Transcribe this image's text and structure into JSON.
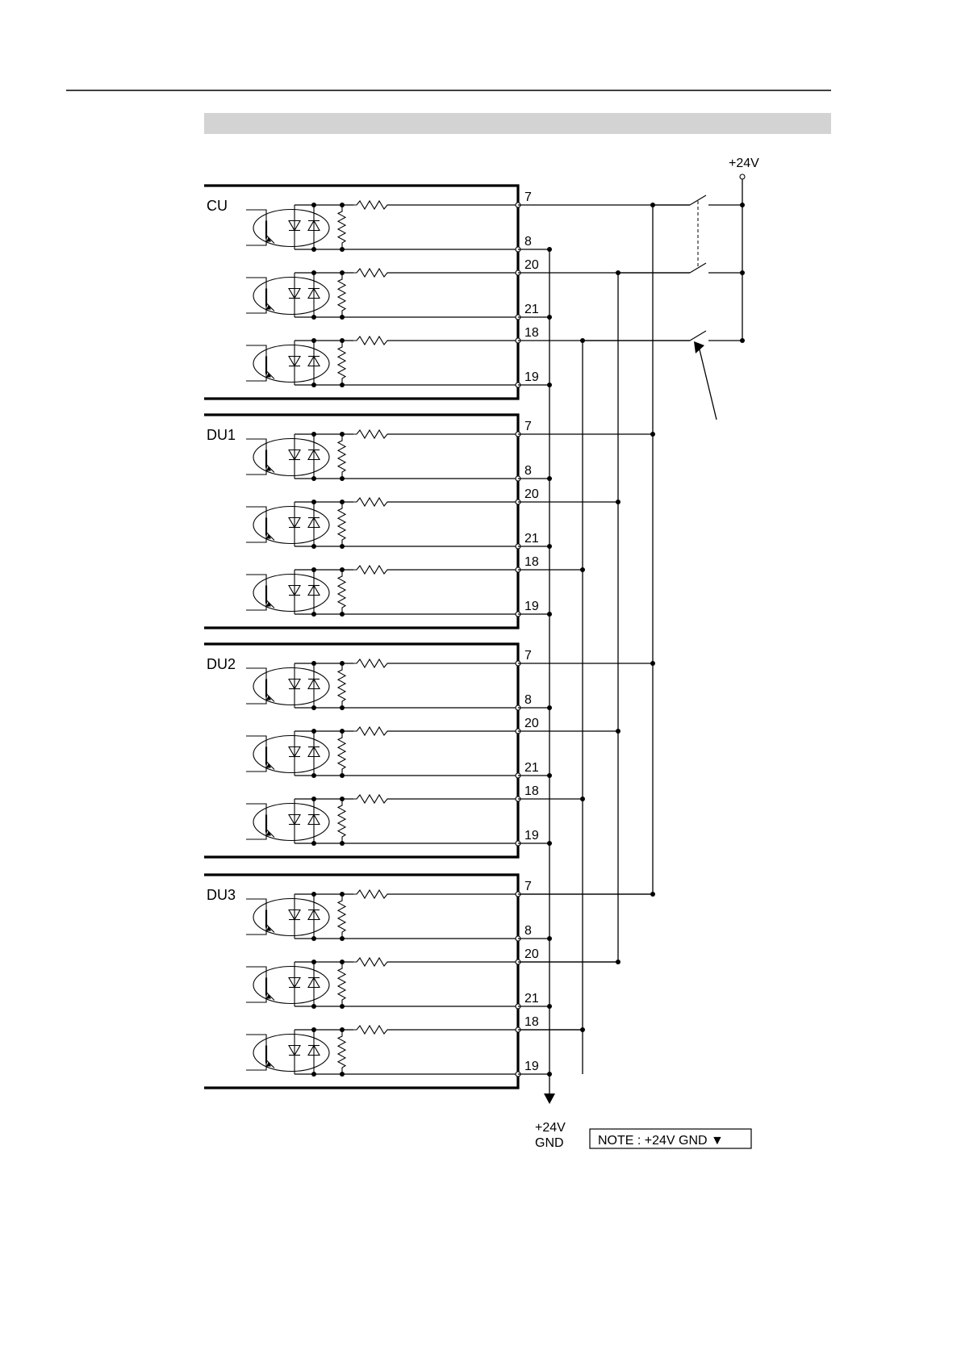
{
  "units": [
    {
      "label": "CU",
      "pins": [
        "7",
        "8",
        "20",
        "21",
        "18",
        "19"
      ]
    },
    {
      "label": "DU1",
      "pins": [
        "7",
        "8",
        "20",
        "21",
        "18",
        "19"
      ]
    },
    {
      "label": "DU2",
      "pins": [
        "7",
        "8",
        "20",
        "21",
        "18",
        "19"
      ]
    },
    {
      "label": "DU3",
      "pins": [
        "7",
        "8",
        "20",
        "21",
        "18",
        "19"
      ]
    }
  ],
  "supply_label": "+24V",
  "gnd_label_line1": "+24V",
  "gnd_label_line2": "GND",
  "note_text": "NOTE : +24V GND ▼",
  "colors": {
    "line": "#000000",
    "header_band": "#d3d3d3",
    "background": "#ffffff"
  }
}
